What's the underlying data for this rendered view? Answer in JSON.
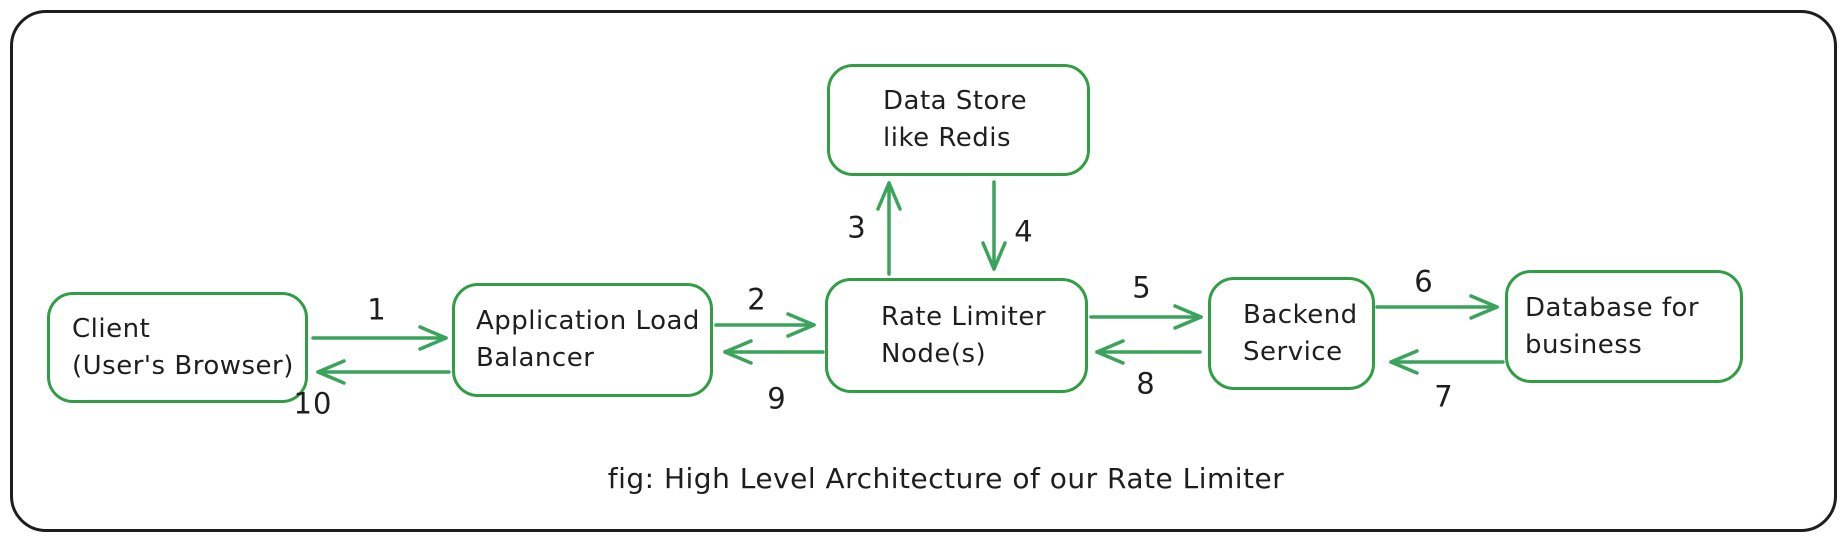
{
  "colors": {
    "background": "#ffffff",
    "frame_stroke": "#1e1e1e",
    "box_stroke": "#2f9e44",
    "arrow_stroke": "#3aa35c",
    "text": "#1e1e1e"
  },
  "caption": "fig: High Level Architecture of our Rate Limiter",
  "nodes": {
    "client": {
      "label": "Client\n(User's Browser)"
    },
    "load_balancer": {
      "label": "Application Load\nBalancer"
    },
    "rate_limiter": {
      "label": "Rate Limiter\nNode(s)"
    },
    "data_store": {
      "label": "Data Store\nlike Redis"
    },
    "backend": {
      "label": "Backend\nService"
    },
    "database": {
      "label": "Database for\nbusiness"
    }
  },
  "arrows": [
    {
      "label": "1",
      "from": "client",
      "to": "load_balancer"
    },
    {
      "label": "2",
      "from": "load_balancer",
      "to": "rate_limiter"
    },
    {
      "label": "3",
      "from": "rate_limiter",
      "to": "data_store"
    },
    {
      "label": "4",
      "from": "data_store",
      "to": "rate_limiter"
    },
    {
      "label": "5",
      "from": "rate_limiter",
      "to": "backend"
    },
    {
      "label": "6",
      "from": "backend",
      "to": "database"
    },
    {
      "label": "7",
      "from": "database",
      "to": "backend"
    },
    {
      "label": "8",
      "from": "backend",
      "to": "rate_limiter"
    },
    {
      "label": "9",
      "from": "rate_limiter",
      "to": "load_balancer"
    },
    {
      "label": "10",
      "from": "load_balancer",
      "to": "client"
    }
  ]
}
